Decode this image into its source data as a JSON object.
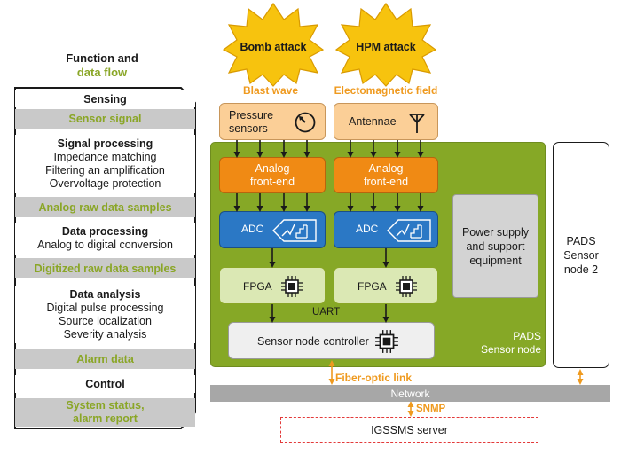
{
  "left_panel": {
    "heading_line1": "Function and",
    "heading_line2": "data flow",
    "sensing": "Sensing",
    "sensor_signal": "Sensor signal",
    "signal_processing": {
      "title": "Signal processing",
      "line1": "Impedance matching",
      "line2": "Filtering an amplification",
      "line3": "Overvoltage protection"
    },
    "analog_raw": "Analog raw data samples",
    "data_processing": {
      "title": "Data processing",
      "line1": "Analog to digital conversion"
    },
    "digitized_raw": "Digitized raw data samples",
    "data_analysis": {
      "title": "Data analysis",
      "line1": "Digital pulse processing",
      "line2": "Source localization",
      "line3": "Severity analysis"
    },
    "alarm_data": "Alarm data",
    "control": "Control",
    "system_status_line1": "System status,",
    "system_status_line2": "alarm report"
  },
  "attacks": {
    "bomb": "Bomb attack",
    "hpm": "HPM attack",
    "blast_wave": "Blast wave",
    "em_field": "Electomagnetic field"
  },
  "sensors": {
    "pressure_line1": "Pressure",
    "pressure_line2": "sensors",
    "antennae": "Antennae"
  },
  "node": {
    "afe_line1": "Analog",
    "afe_line2": "front-end",
    "adc": "ADC",
    "fpga": "FPGA",
    "uart": "UART",
    "controller": "Sensor node controller",
    "power_line1": "Power supply",
    "power_line2": "and support",
    "power_line3": "equipment",
    "pads_line1": "PADS",
    "pads_line2": "Sensor node"
  },
  "node2": {
    "line1": "PADS",
    "line2": "Sensor",
    "line3": "node 2"
  },
  "network": {
    "fiber": "Fiber-optic link",
    "network": "Network",
    "snmp": "SNMP",
    "server": "IGSSMS server"
  },
  "colors": {
    "node_green": "#86a826",
    "afe_orange": "#f08a14",
    "adc_blue": "#2b78c5",
    "fpga_green": "#dbe8b4",
    "sensor_peach": "#fbcf97",
    "burst_yellow": "#f7c30e",
    "network_gray": "#a7a7a7",
    "server_red": "#e33a3a"
  }
}
